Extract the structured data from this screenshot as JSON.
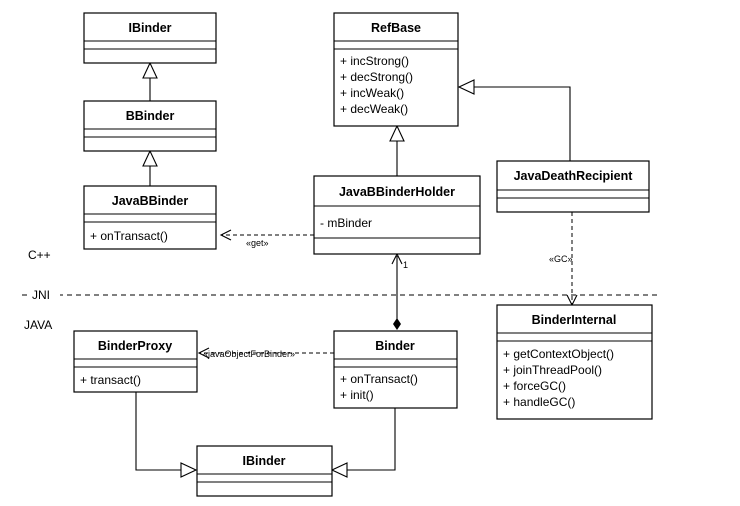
{
  "classes": {
    "ibinder_top": {
      "name": "IBinder"
    },
    "bbinder": {
      "name": "BBinder"
    },
    "javabbinder": {
      "name": "JavaBBinder",
      "members": [
        "+ onTransact()"
      ]
    },
    "refbase": {
      "name": "RefBase",
      "members": [
        "+ incStrong()",
        "+ decStrong()",
        "+ incWeak()",
        "+ decWeak()"
      ]
    },
    "javabbinderholder": {
      "name": "JavaBBinderHolder",
      "members": [
        "- mBinder"
      ]
    },
    "javadeathrecipient": {
      "name": "JavaDeathRecipient"
    },
    "binderinternal": {
      "name": "BinderInternal",
      "members": [
        "+ getContextObject()",
        "+ joinThreadPool()",
        "+ forceGC()",
        "+ handleGC()"
      ]
    },
    "binderproxy": {
      "name": "BinderProxy",
      "members": [
        "+ transact()"
      ]
    },
    "binder": {
      "name": "Binder",
      "members": [
        "+ onTransact()",
        "+ init()"
      ]
    },
    "ibinder_bottom": {
      "name": "IBinder"
    }
  },
  "labels": {
    "get": "«get»",
    "gc": "«GC»",
    "java_object_for_binder": "«javaObjectForBinder»",
    "multiplicity": "1",
    "cpp": "C++",
    "jni": "JNI",
    "java": "JAVA"
  }
}
